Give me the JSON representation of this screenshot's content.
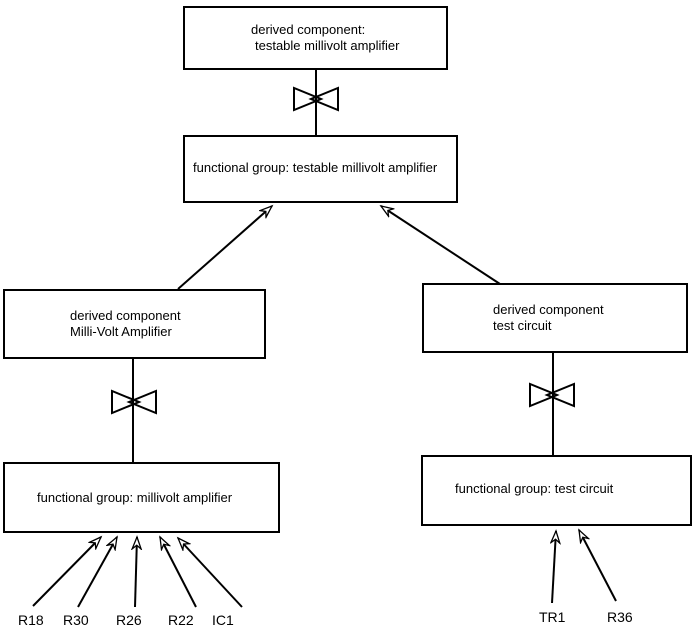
{
  "diagram": {
    "background_color": "#ffffff",
    "line_color": "#000000",
    "boxes": {
      "derived_testable": {
        "line1": "derived component:",
        "line2": "testable millivolt amplifier"
      },
      "fg_testable": {
        "line1": "functional group: testable millivolt amplifier"
      },
      "derived_mva": {
        "line1": "derived component",
        "line2": "Milli-Volt Amplifier"
      },
      "derived_tc": {
        "line1": "derived component",
        "line2": "test circuit"
      },
      "fg_mva": {
        "line1": "functional group: millivolt amplifier"
      },
      "fg_tc": {
        "line1": "functional group: test circuit"
      }
    },
    "component_labels": {
      "left": [
        "R18",
        "R30",
        "R26",
        "R22",
        "IC1"
      ],
      "right": [
        "TR1",
        "R36"
      ]
    }
  }
}
